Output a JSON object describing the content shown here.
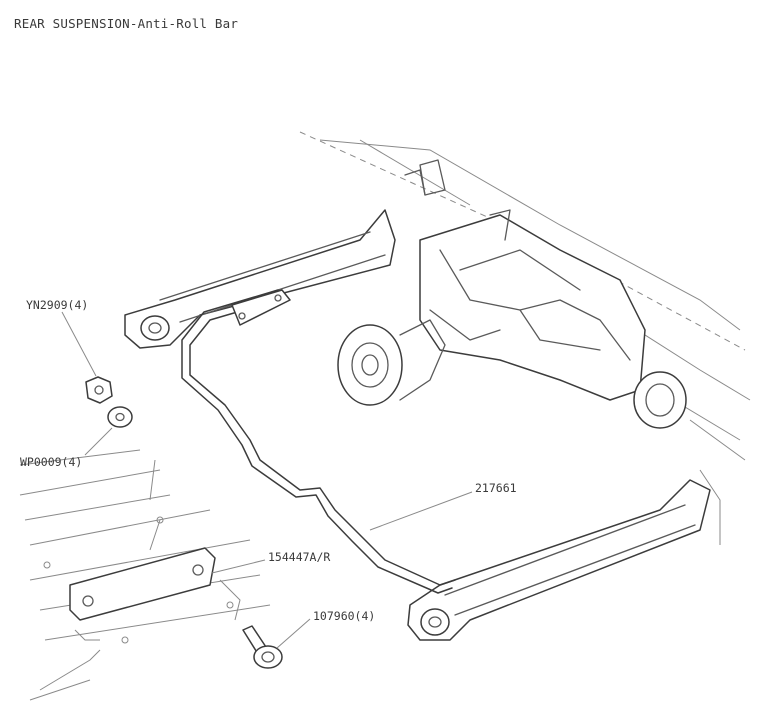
{
  "title": "REAR SUSPENSION-Anti-Roll Bar",
  "callouts": {
    "nut": "YN2909(4)",
    "washer": "WP0009(4)",
    "bar": "217661",
    "clamp": "154447A/R",
    "bolt": "107960(4)"
  }
}
